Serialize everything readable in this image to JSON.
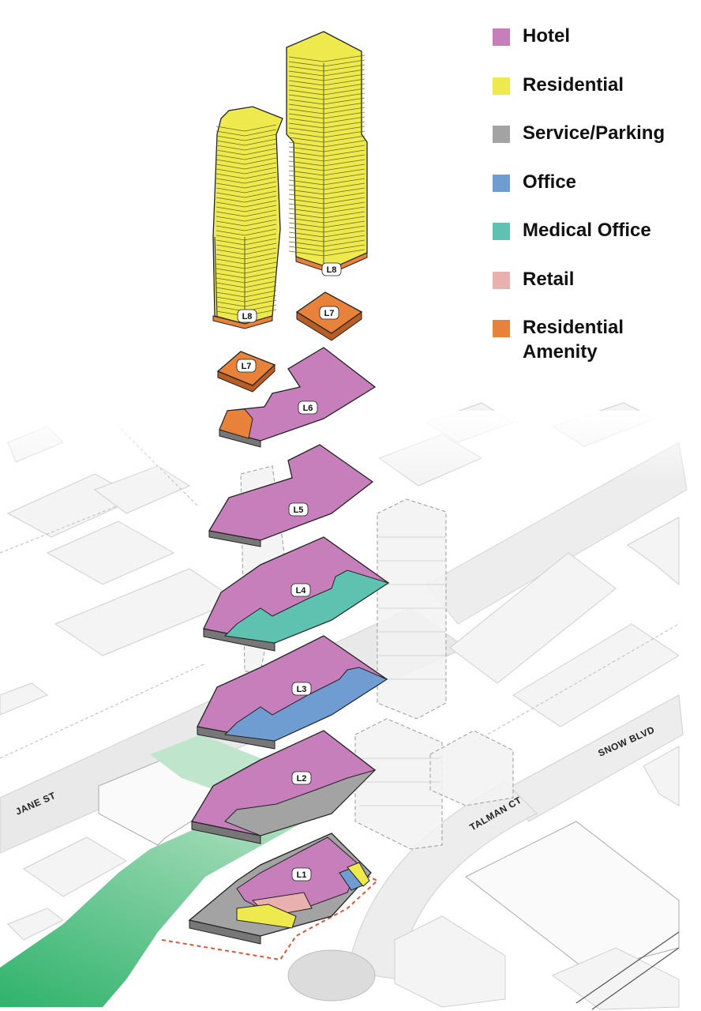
{
  "legend": [
    {
      "label": "Hotel",
      "color": "#c77fbb"
    },
    {
      "label": "Residential",
      "color": "#eeea4e"
    },
    {
      "label": "Service/Parking",
      "color": "#a3a3a3"
    },
    {
      "label": "Office",
      "color": "#6f9dd2"
    },
    {
      "label": "Medical Office",
      "color": "#5fc1b0"
    },
    {
      "label": "Retail",
      "color": "#e8b0ae"
    },
    {
      "label": "Residential\nAmenity",
      "color": "#e8813a"
    }
  ],
  "levels": {
    "tower_west": "L8",
    "tower_east": "L8",
    "amenity_east": "L7",
    "amenity_west": "L7",
    "l6": "L6",
    "l5": "L5",
    "l4": "L4",
    "l3": "L3",
    "l2": "L2",
    "l1": "L1"
  },
  "streets": {
    "jane": "JANE ST",
    "snow": "SNOW BLVD",
    "talman": "TALMAN CT"
  }
}
